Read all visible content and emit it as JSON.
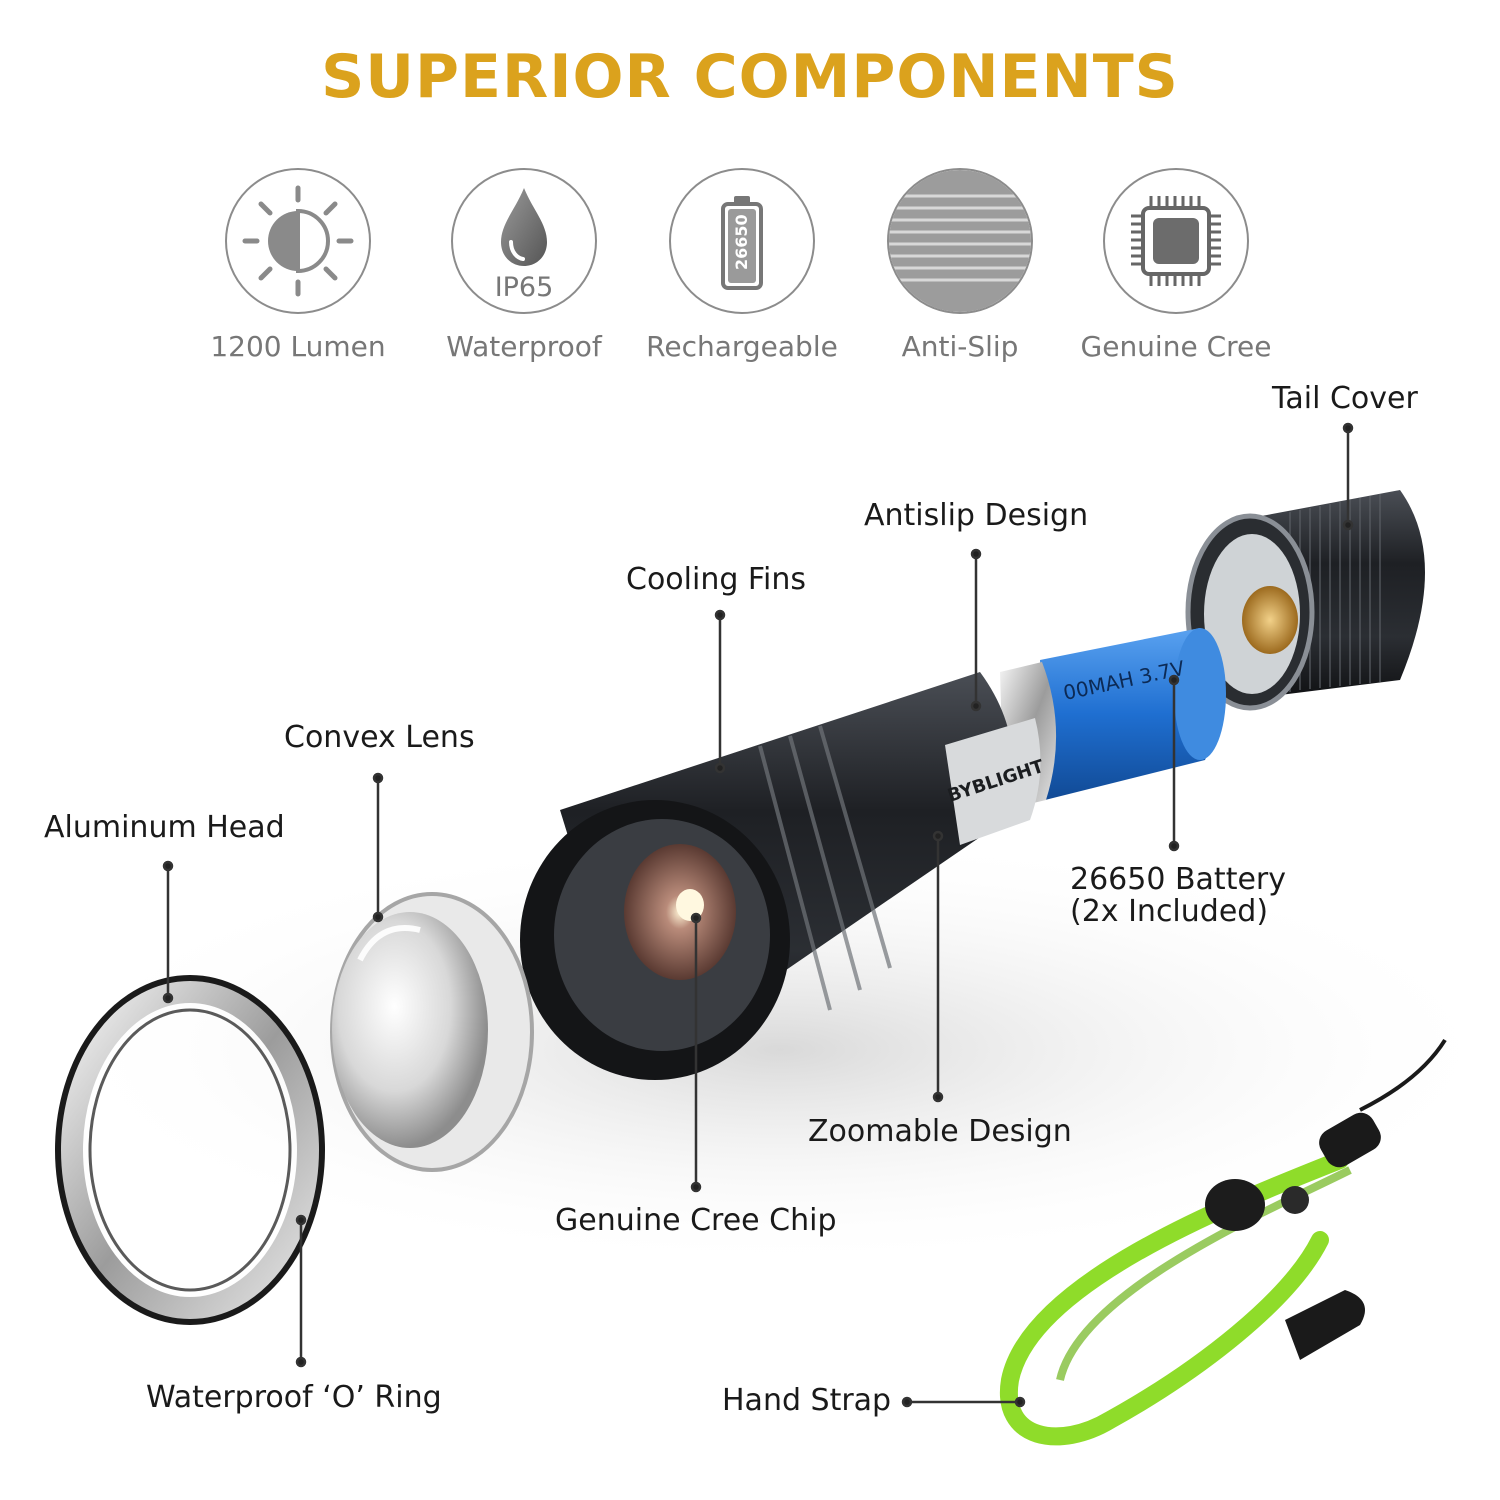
{
  "title": "SUPERIOR COMPONENTS",
  "features": [
    {
      "label": "1200  Lumen",
      "icon": "brightness-icon"
    },
    {
      "label": "Waterproof",
      "icon": "water-drop-icon",
      "badge": "IP65"
    },
    {
      "label": "Rechargeable",
      "icon": "battery-icon",
      "badge": "26650"
    },
    {
      "label": "Anti-Slip",
      "icon": "knurled-texture-icon"
    },
    {
      "label": "Genuine Cree",
      "icon": "chip-icon"
    }
  ],
  "callouts": {
    "tail_cover": "Tail Cover",
    "antislip_design": "Antislip Design",
    "cooling_fins": "Cooling Fins",
    "convex_lens": "Convex Lens",
    "aluminum_head": "Aluminum Head",
    "battery_line1": "26650 Battery",
    "battery_line2": "(2x Included)",
    "zoomable_design": "Zoomable Design",
    "genuine_cree_chip": "Genuine Cree Chip",
    "waterproof_o_ring": "Waterproof ‘O’ Ring",
    "hand_strap": "Hand Strap"
  },
  "product": {
    "brand_logo_text": "BYBLIGHT",
    "battery_print": "00MAH 3.7V"
  },
  "colors": {
    "title": "#dba21d",
    "feature_text": "#777777",
    "battery": "#1f6fd1",
    "strap": "#8fdc2a",
    "body": "#1b1d20"
  }
}
